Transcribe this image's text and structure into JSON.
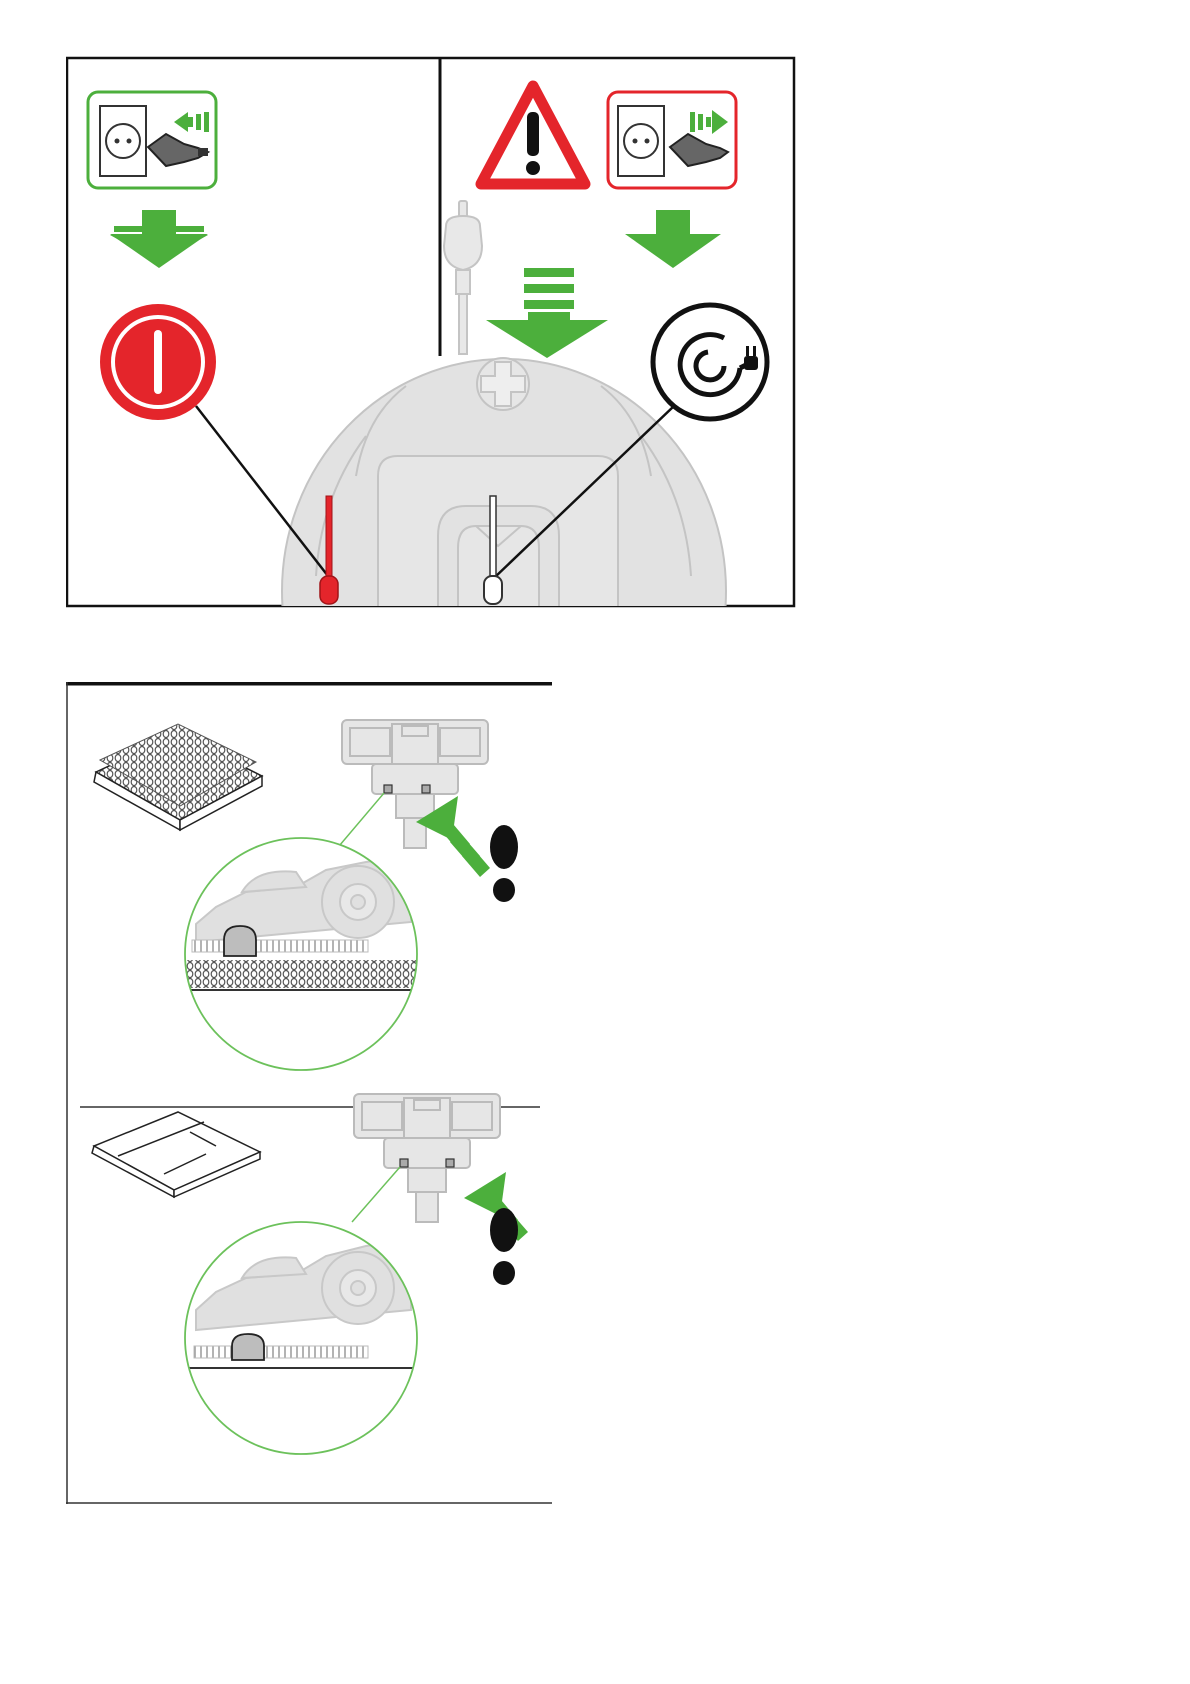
{
  "colors": {
    "accent_green": "#4caf3c",
    "alert_red": "#e4252b",
    "outline_black": "#111111",
    "machine_grey": "#e2e2e2",
    "machine_line": "#c4c4c4",
    "zoom_circle_green": "#6cc15b"
  },
  "top_figure": {
    "left_panel": {
      "icons": [
        "plug-in-socket-icon",
        "down-arrow-icon",
        "power-button-icon"
      ],
      "indicator_color": "red"
    },
    "right_panel": {
      "icons": [
        "warning-triangle-icon",
        "plug-out-socket-icon",
        "down-arrow-icon",
        "charging-cable-icon",
        "unplugged-cable-icon",
        "pull-down-arrow-icon"
      ],
      "indicator_color": "white"
    }
  },
  "bottom_figure": {
    "section_1": {
      "surface": "carpet-tile-icon",
      "icons": [
        "vacuum-head-top-view",
        "push-arrow-icon",
        "footprint-icon",
        "zoom-circle-carpet"
      ]
    },
    "section_2": {
      "surface": "hard-floor-tiles-icon",
      "icons": [
        "vacuum-head-top-view",
        "push-arrow-icon",
        "footprint-icon",
        "zoom-circle-hard-floor"
      ]
    }
  }
}
